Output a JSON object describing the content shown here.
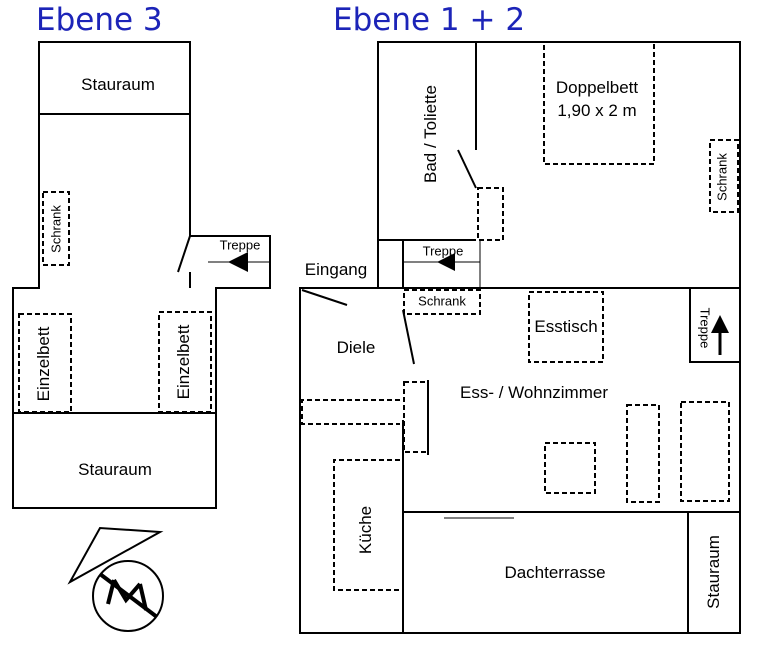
{
  "headings": {
    "level3": "Ebene 3",
    "level12": "Ebene 1 + 2"
  },
  "level3": {
    "storage_top": "Stauraum",
    "wardrobe": "Schrank",
    "stairs": "Treppe",
    "single_bed_left": "Einzelbett",
    "single_bed_right": "Einzelbett",
    "storage_bottom": "Stauraum"
  },
  "level12": {
    "bathroom": "Bad / Toliette",
    "double_bed": "Doppelbett",
    "double_bed_size": "1,90 x 2 m",
    "wardrobe_right": "Schrank",
    "stairs_inner": "Treppe",
    "entrance": "Eingang",
    "wardrobe_hall": "Schrank",
    "dining_table": "Esstisch",
    "stairs_right": "Treppe",
    "hall": "Diele",
    "living_room": "Ess- / Wohnzimmer",
    "kitchen": "Küche",
    "roof_terrace": "Dachterrasse",
    "storage": "Stauraum"
  }
}
